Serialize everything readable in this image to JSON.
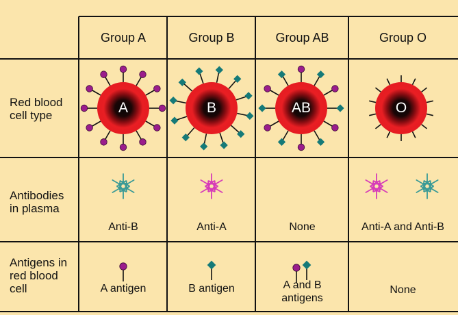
{
  "columns": [
    {
      "header": "Group A",
      "cell_letter": "A",
      "antibody_caption": "Anti-B",
      "antigen_caption": "A antigen"
    },
    {
      "header": "Group B",
      "cell_letter": "B",
      "antibody_caption": "Anti-A",
      "antigen_caption": "B antigen"
    },
    {
      "header": "Group AB",
      "cell_letter": "AB",
      "antibody_caption": "None",
      "antigen_caption": "A and B\nantigens"
    },
    {
      "header": "Group O",
      "cell_letter": "O",
      "antibody_caption": "Anti-A and Anti-B",
      "antigen_caption": "None"
    }
  ],
  "rows": {
    "red_blood_cell": "Red blood\ncell type",
    "antibodies": "Antibodies\nin plasma",
    "antigens": "Antigens in\nred blood\ncell"
  },
  "colors": {
    "background": "#fbe5ac",
    "grid": "#111111",
    "cell_red": "#e81e23",
    "antigen_a": "#9b1d8c",
    "antigen_b": "#157a78",
    "anti_a_antibody": "#d63cb8",
    "anti_b_antibody": "#3a9a96"
  },
  "icons": {
    "antigen_a": "purple-circle-antigen",
    "antigen_b": "teal-diamond-antigen",
    "anti_a": "pink-y-antibody",
    "anti_b": "teal-y-antibody"
  }
}
